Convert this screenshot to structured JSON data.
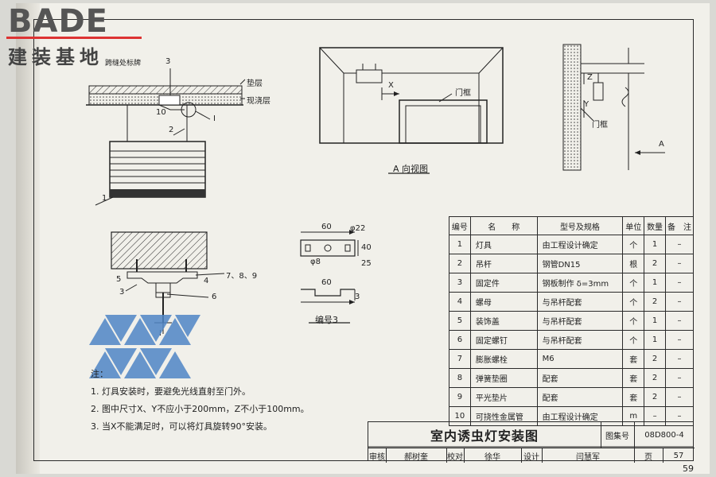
{
  "logo": {
    "brand": "BADE",
    "subtitle": "建装基地"
  },
  "figure_labels": {
    "joint_label": "跨缝处标牌",
    "callout_3": "3",
    "layer_top": "垫层",
    "layer_bottom": "现浇层",
    "callout_10": "10",
    "callout_2": "2",
    "detail_I": "I",
    "callout_1": "1",
    "x_dim": "X",
    "door_frame": "门框",
    "view_title": "A 向视图",
    "z_dim": "Z",
    "y_dim": "Y",
    "door_frame_side": "门框",
    "arrow_A": "A",
    "detail_5": "5",
    "detail_3": "3",
    "detail_789": "7、8、9",
    "detail_4": "4",
    "detail_6": "6",
    "detail_I_bottom": "I",
    "dim_60_top": "60",
    "dim_phi22": "φ22",
    "dim_40": "40",
    "dim_phi8": "φ8",
    "dim_25": "25",
    "dim_60_bottom": "60",
    "dim_3": "3",
    "part_no_title": "编号3"
  },
  "parts_table": {
    "headers": [
      "编号",
      "名　　称",
      "型号及规格",
      "单位",
      "数量",
      "备　注"
    ],
    "rows": [
      [
        "1",
        "灯具",
        "由工程设计确定",
        "个",
        "1",
        "–"
      ],
      [
        "2",
        "吊杆",
        "钢管DN15",
        "根",
        "2",
        "–"
      ],
      [
        "3",
        "固定件",
        "钢板制作 δ=3mm",
        "个",
        "1",
        "–"
      ],
      [
        "4",
        "螺母",
        "与吊杆配套",
        "个",
        "2",
        "–"
      ],
      [
        "5",
        "装饰盖",
        "与吊杆配套",
        "个",
        "1",
        "–"
      ],
      [
        "6",
        "固定螺钉",
        "与吊杆配套",
        "个",
        "1",
        "–"
      ],
      [
        "7",
        "膨胀螺栓",
        "M6",
        "套",
        "2",
        "–"
      ],
      [
        "8",
        "弹簧垫圈",
        "配套",
        "套",
        "2",
        "–"
      ],
      [
        "9",
        "平光垫片",
        "配套",
        "套",
        "2",
        "–"
      ],
      [
        "10",
        "可挠性金属管",
        "由工程设计确定",
        "m",
        "–",
        "–"
      ]
    ]
  },
  "notes": {
    "heading": "注：",
    "items": [
      "1.  灯具安装时，要避免光线直射至门外。",
      "2.  图中尺寸X、Y不应小于200mm，Z不小于100mm。",
      "3.  当X不能满足时，可以将灯具旋转90°安装。"
    ]
  },
  "title_block": {
    "title": "室内诱虫灯安装图",
    "atlas_label": "图集号",
    "atlas_no": "08D800-4",
    "review_label": "审核",
    "review_name": "郝树奎",
    "check_label": "校对",
    "check_name": "徐华",
    "design_label": "设计",
    "design_name": "闫慧军",
    "page_label": "页",
    "page_value": "57"
  },
  "page_number": "59"
}
